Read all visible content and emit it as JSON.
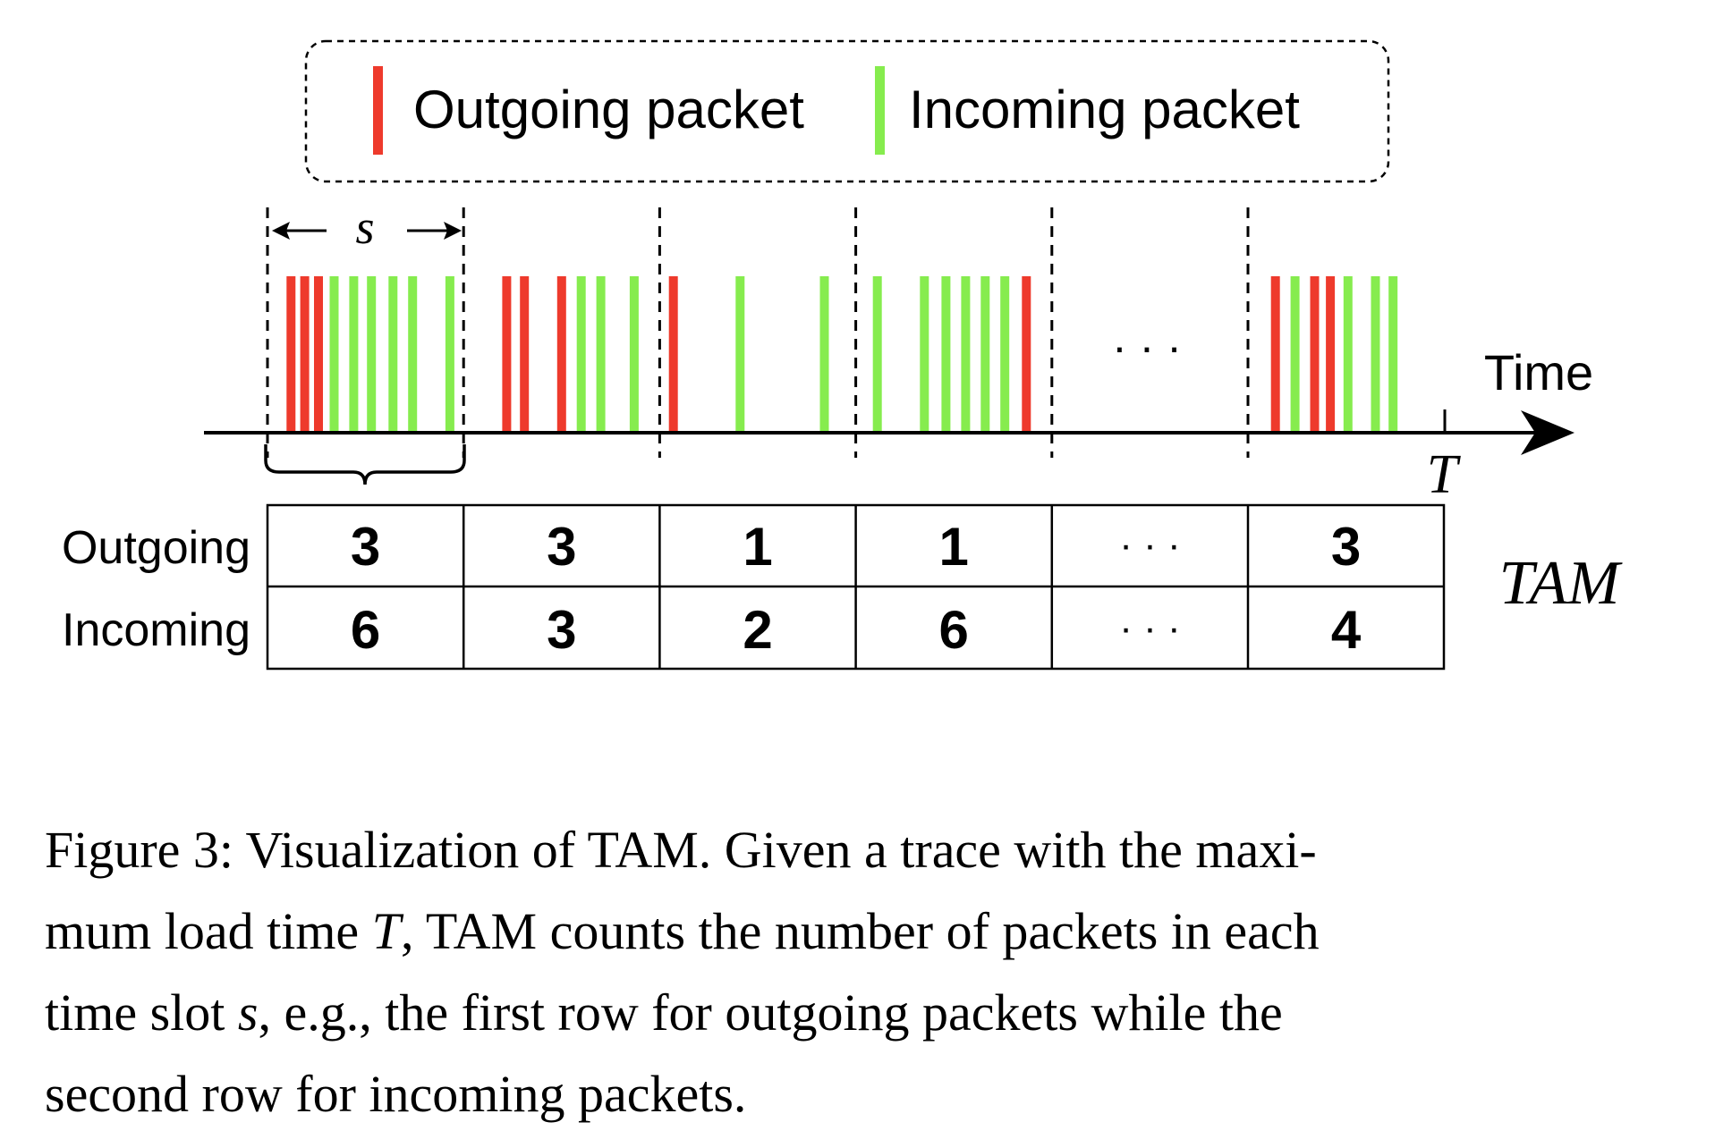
{
  "legend": {
    "outgoing_label": "Outgoing packet",
    "incoming_label": "Incoming packet"
  },
  "colors": {
    "outgoing": "#ee3a2c",
    "incoming": "#86ec4e"
  },
  "timeline": {
    "slot_symbol": "s",
    "axis_label": "Time",
    "end_symbol": "T",
    "ellipsis": "· · ·"
  },
  "slots": [
    {
      "packets": [
        "out",
        "out",
        "out",
        "in",
        "in",
        "in",
        "in",
        "in",
        "in"
      ],
      "out_pos": [
        0.12,
        0.19,
        0.26
      ],
      "in_pos": [
        0.34,
        0.44,
        0.53,
        0.64,
        0.74,
        0.93
      ]
    },
    {
      "packets": [
        "out",
        "out",
        "out",
        "in",
        "in",
        "in"
      ],
      "out_pos": [
        0.22,
        0.31,
        0.5
      ],
      "in_pos": [
        0.6,
        0.7,
        0.87
      ]
    },
    {
      "packets": [
        "out",
        "in",
        "in"
      ],
      "out_pos": [
        0.07
      ],
      "in_pos": [
        0.41,
        0.84
      ]
    },
    {
      "packets": [
        "out",
        "in",
        "in",
        "in",
        "in",
        "in",
        "in"
      ],
      "out_pos": [
        0.87
      ],
      "in_pos": [
        0.11,
        0.35,
        0.46,
        0.56,
        0.66,
        0.76
      ]
    },
    {
      "ellipsis": true
    },
    {
      "packets": [
        "out",
        "out",
        "out",
        "in",
        "in",
        "in",
        "in"
      ],
      "out_pos": [
        0.14,
        0.34,
        0.42
      ],
      "in_pos": [
        0.24,
        0.51,
        0.65,
        0.74
      ]
    }
  ],
  "table": {
    "row_labels": [
      "Outgoing",
      "Incoming"
    ],
    "outgoing": [
      "3",
      "3",
      "1",
      "1",
      "· · ·",
      "3"
    ],
    "incoming": [
      "6",
      "3",
      "2",
      "6",
      "· · ·",
      "4"
    ],
    "name": "TAM"
  },
  "caption": {
    "line1": "Figure 3: Visualization of TAM. Given a trace with the maxi-",
    "line2_a": "mum load time ",
    "line2_b": ", TAM counts the number of packets in each",
    "line3_a": "time slot ",
    "line3_b": ", e.g., the first row for outgoing packets while the",
    "line4": "second row for incoming packets.",
    "sym_T": "T",
    "sym_s": "s"
  }
}
